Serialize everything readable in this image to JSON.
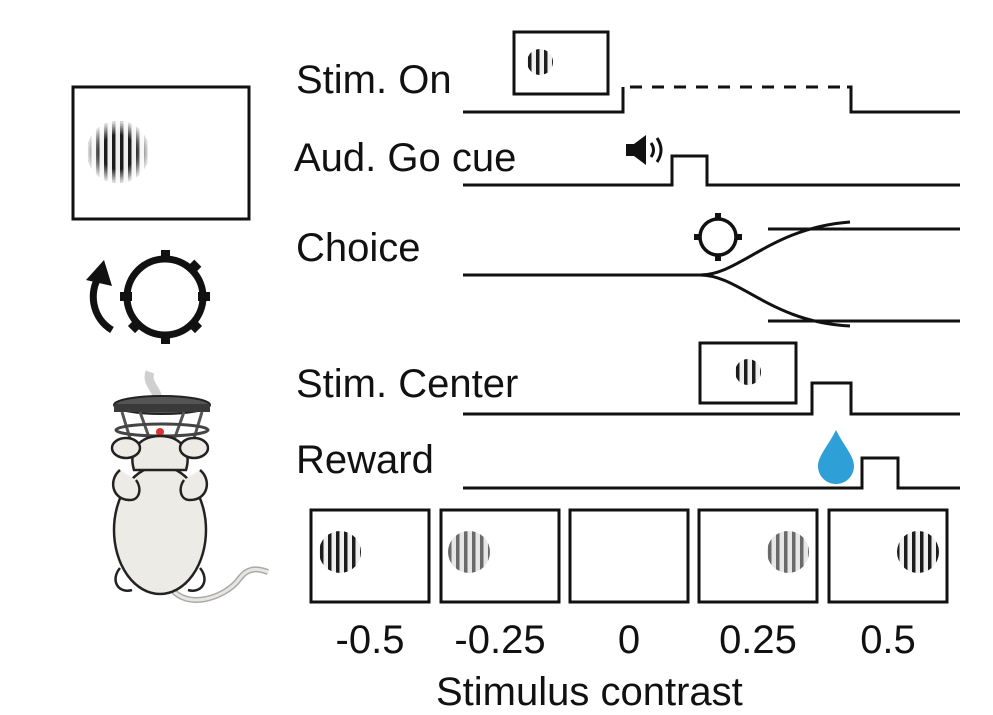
{
  "trial_rows": {
    "stim_on": "Stim. On",
    "go_cue": "Aud. Go cue",
    "choice": "Choice",
    "stim_center": "Stim. Center",
    "reward": "Reward"
  },
  "contrast_axis": {
    "title": "Stimulus contrast",
    "levels": [
      "-0.5",
      "-0.25",
      "0",
      "0.25",
      "0.5"
    ],
    "values": [
      -0.5,
      -0.25,
      0,
      0.25,
      0.5
    ]
  },
  "icons": [
    "grating-stimulus-icon",
    "speaker-icon",
    "wheel-icon",
    "rotation-arrow-icon",
    "water-drop-icon",
    "mouse-illustration"
  ],
  "colors": {
    "ink": "#111111",
    "water": "#2f9fd8",
    "mouse_body": "#ecebe6",
    "headplate": "#3a3a3a"
  }
}
